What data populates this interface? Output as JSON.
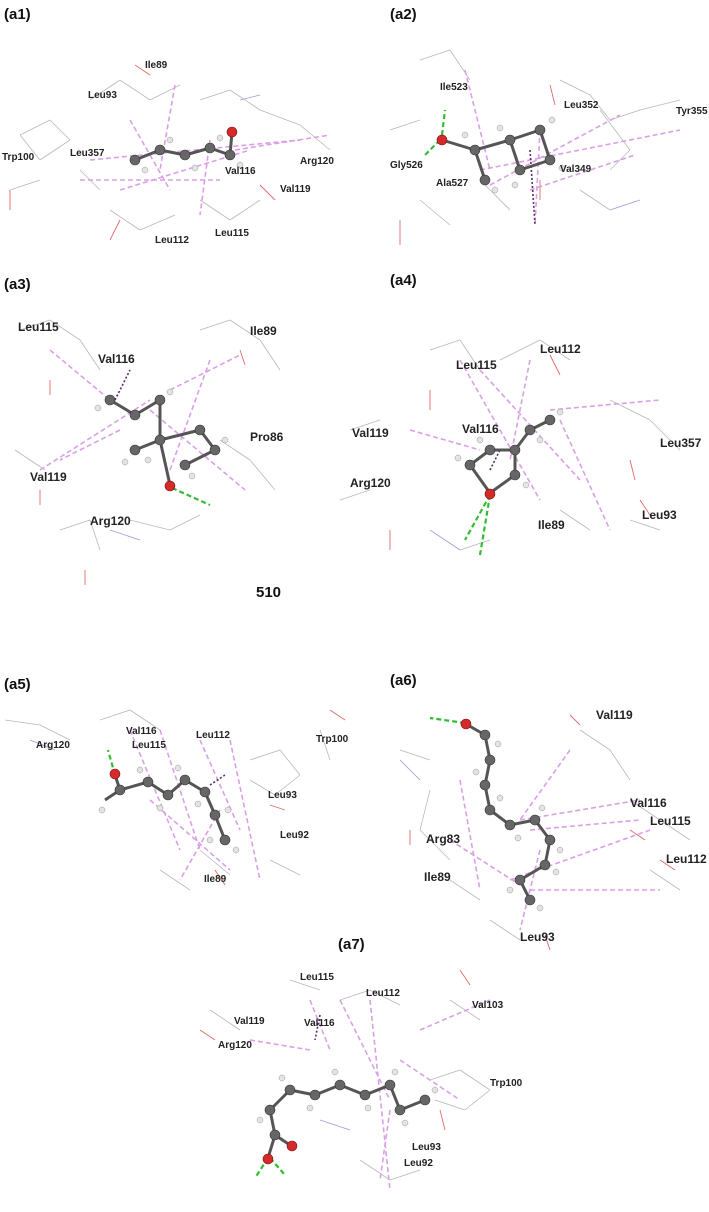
{
  "figure": {
    "center_caption": "510",
    "panels": [
      {
        "id": "a1",
        "label": "(a1)",
        "residues": [
          "Ile89",
          "Leu93",
          "Trp100",
          "Leu357",
          "Arg120",
          "Val119",
          "Val116",
          "Leu112",
          "Leu115"
        ]
      },
      {
        "id": "a2",
        "label": "(a2)",
        "residues": [
          "Ile523",
          "Leu352",
          "Tyr355",
          "Gly526",
          "Val349",
          "Ala527"
        ]
      },
      {
        "id": "a3",
        "label": "(a3)",
        "residues": [
          "Leu115",
          "Ile89",
          "Val116",
          "Pro86",
          "Val119",
          "Arg120"
        ]
      },
      {
        "id": "a4",
        "label": "(a4)",
        "residues": [
          "Leu112",
          "Leu115",
          "Val119",
          "Val116",
          "Leu357",
          "Arg120",
          "Leu93",
          "Ile89"
        ]
      },
      {
        "id": "a5",
        "label": "(a5)",
        "residues": [
          "Val116",
          "Arg120",
          "Leu115",
          "Leu112",
          "Trp100",
          "Leu93",
          "Leu92",
          "Ile89"
        ]
      },
      {
        "id": "a6",
        "label": "(a6)",
        "residues": [
          "Val119",
          "Val116",
          "Leu115",
          "Arg83",
          "Leu112",
          "Ile89",
          "Leu93"
        ]
      },
      {
        "id": "a7",
        "label": "(a7)",
        "residues": [
          "Leu115",
          "Leu112",
          "Val103",
          "Val119",
          "Val116",
          "Arg120",
          "Trp100",
          "Leu93",
          "Leu92"
        ]
      }
    ]
  }
}
